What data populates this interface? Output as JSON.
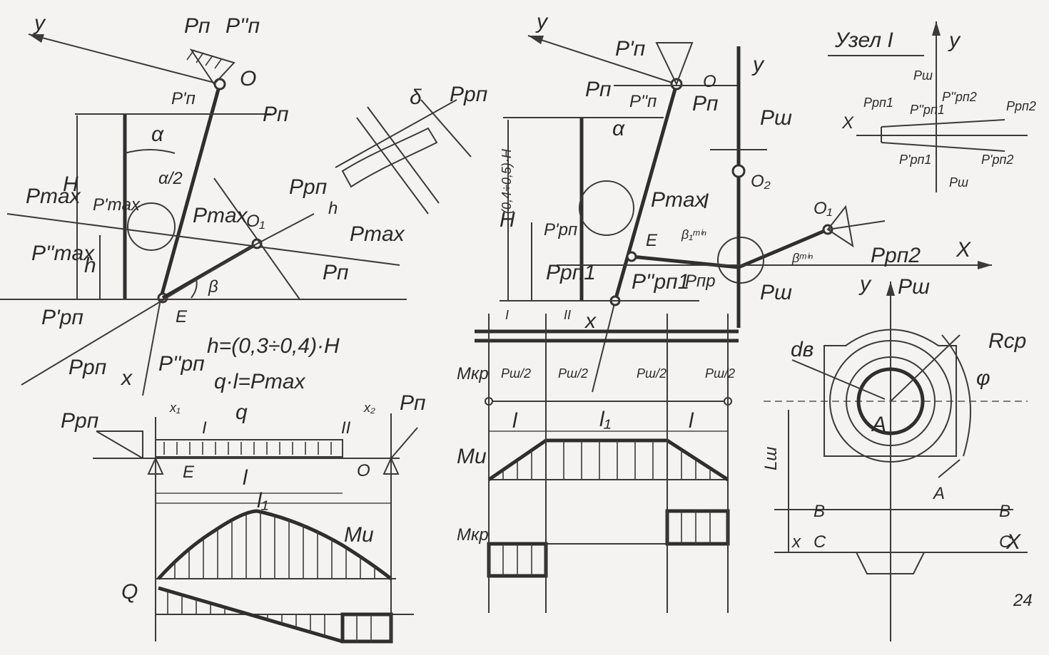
{
  "left": {
    "formula_h": "h=(0,3÷0,4)·H",
    "formula_ql": "q·l=Pmax",
    "labels": {
      "y": "y",
      "x": "x",
      "O": "O",
      "E": "E",
      "O1": "O₁",
      "Pp": "Pп",
      "Pp1": "P'п",
      "Pp2": "P''п",
      "Prp": "Pрп",
      "Prp1": "P'рп",
      "Prp2": "P''рп",
      "Pmax": "Pmax",
      "Pmax1": "P'max",
      "Pmax2": "P''max",
      "alpha": "α",
      "alpha2": "α/2",
      "beta": "β",
      "H": "H",
      "h": "h",
      "delta": "δ",
      "hsmall": "h",
      "q": "q",
      "l": "l",
      "l1": "l₁",
      "x1": "x₁",
      "x2": "x₂",
      "I": "I",
      "II": "II",
      "Mi": "Mи",
      "Q": "Q"
    }
  },
  "middle": {
    "labels": {
      "y": "y",
      "x": "x",
      "X": "X",
      "O": "O",
      "O1": "O₁",
      "O2": "O₂",
      "E": "E",
      "I": "I",
      "Pp": "Pп",
      "Pp1": "P'п",
      "Pp2": "P''п",
      "Psh": "Pш",
      "Pmax": "Pmax",
      "Prp1": "P'рп",
      "Prp1b": "Pрп1",
      "Prp1c": "P''рп1",
      "Prp2": "Pрп2",
      "Ppr": "Pпр",
      "alpha": "α",
      "beta1": "β₁ᵐⁱⁿ",
      "beta": "βᵐⁱⁿ",
      "Hexpr": "(0,4÷0,5)·H",
      "hexpr": "h=",
      "H": "H",
      "I_": "I",
      "II_": "II",
      "Psh2": "Pш/2",
      "l": "l",
      "l1": "l₁",
      "Mkr": "Mкр",
      "Mi": "Mи"
    }
  },
  "node": {
    "title": "Узел I",
    "labels": {
      "y": "y",
      "X": "X",
      "Psh": "Pш",
      "Prp1": "Pрп1",
      "Prp2": "Pрп2",
      "Prp1pp": "P''рп1",
      "Prp2pp": "P''рп2",
      "Prp1p": "P'рп1",
      "Prp2p": "P'рп2"
    }
  },
  "right": {
    "labels": {
      "y": "y",
      "Psh": "Pш",
      "Rcp": "Rср",
      "db": "dв",
      "phi": "φ",
      "A": "A",
      "A2": "A",
      "B": "B",
      "B2": "B",
      "C": "C",
      "C2": "C",
      "X": "X",
      "x": "x",
      "Lsh": "Lш"
    }
  },
  "page_number": "24"
}
